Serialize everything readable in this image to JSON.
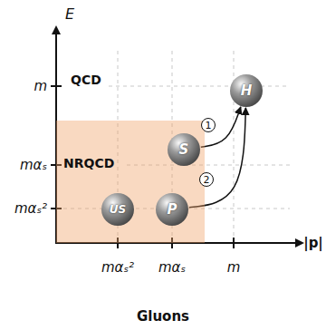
{
  "diagram": {
    "caption": "Gluons",
    "nodes": [
      {
        "text": [
          "H"
        ]
      },
      {
        "text": [
          "NRQCD"
        ]
      },
      {
        "text": [
          "S"
        ],
        "in": 1
      },
      {
        "text": [
          "US"
        ],
        "in": 1
      },
      {
        "text": [
          "P"
        ],
        "in": 1
      }
    ],
    "edges": [
      {
        "from": 2,
        "to": 0,
        "arrow": "to",
        "label": "1"
      },
      {
        "from": 4,
        "to": 0,
        "arrow": "to",
        "label": "2"
      }
    ],
    "labels": [
      "E",
      "QCD",
      "m",
      "mαₛ",
      "mαₛ²",
      "mαₛ²",
      "mαₛ",
      "m",
      "|p|"
    ]
  }
}
